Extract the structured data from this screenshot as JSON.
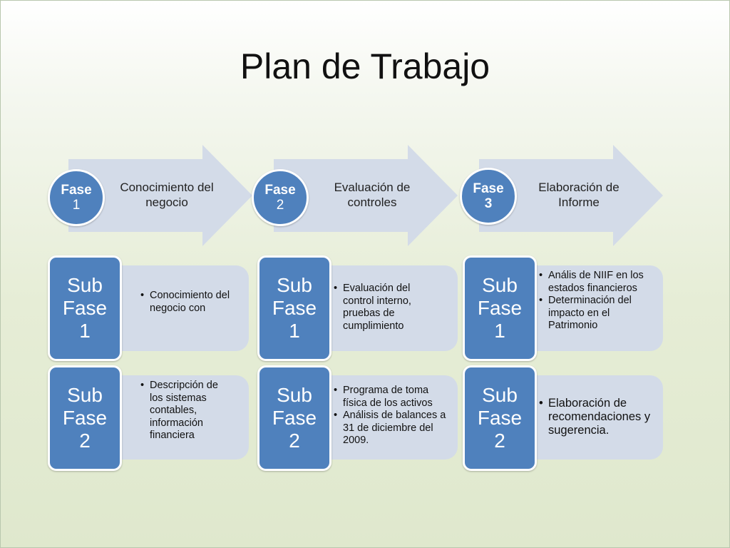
{
  "title": "Plan de Trabajo",
  "colors": {
    "accent": "#4f81bd",
    "panel": "#d3dbe8"
  },
  "phases": [
    {
      "badge_word": "Fase",
      "badge_num": "1",
      "label": "Conocimiento del negocio",
      "subphases": [
        {
          "word": "Sub",
          "line2": "Fase",
          "num": "1",
          "bullets": [
            "Conocimiento del negocio con"
          ]
        },
        {
          "word": "Sub",
          "line2": "Fase",
          "num": "2",
          "bullets": [
            "Descripción de los sistemas contables, información financiera"
          ]
        }
      ]
    },
    {
      "badge_word": "Fase",
      "badge_num": "2",
      "label": "Evaluación de controles",
      "subphases": [
        {
          "word": "Sub",
          "line2": "Fase",
          "num": "1",
          "bullets": [
            "Evaluación del control interno, pruebas de cumplimiento"
          ]
        },
        {
          "word": "Sub",
          "line2": "Fase",
          "num": "2",
          "bullets": [
            "Programa de toma física de los activos",
            "Análisis de balances a 31 de diciembre del 2009."
          ]
        }
      ]
    },
    {
      "badge_word": "Fase",
      "badge_num": "3",
      "label": "Elaboración de Informe",
      "subphases": [
        {
          "word": "Sub",
          "line2": "Fase",
          "num": "1",
          "bullets": [
            "Anális de NIIF en los estados financieros",
            "Determinación del impacto en el Patrimonio"
          ]
        },
        {
          "word": "Sub",
          "line2": "Fase",
          "num": "2",
          "bullets": [
            "Elaboración de recomendaciones y sugerencia."
          ]
        }
      ]
    }
  ]
}
